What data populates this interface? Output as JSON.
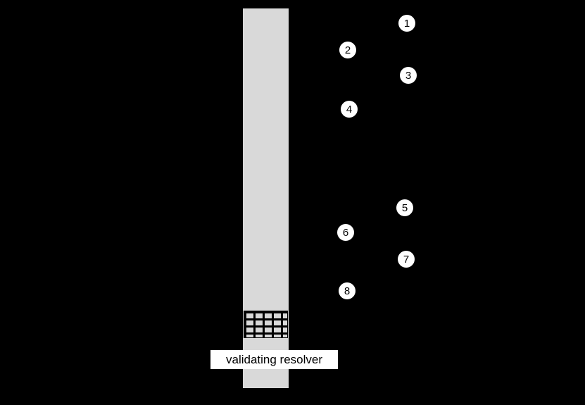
{
  "diagram": {
    "label": "validating resolver",
    "steps": [
      {
        "number": "1"
      },
      {
        "number": "2"
      },
      {
        "number": "3"
      },
      {
        "number": "4"
      },
      {
        "number": "5"
      },
      {
        "number": "6"
      },
      {
        "number": "7"
      },
      {
        "number": "8"
      }
    ],
    "colors": {
      "background": "#000000",
      "bar_fill": "#d9d9d9",
      "circle_fill": "#ffffff",
      "label_background": "#ffffff",
      "text": "#000000"
    }
  }
}
